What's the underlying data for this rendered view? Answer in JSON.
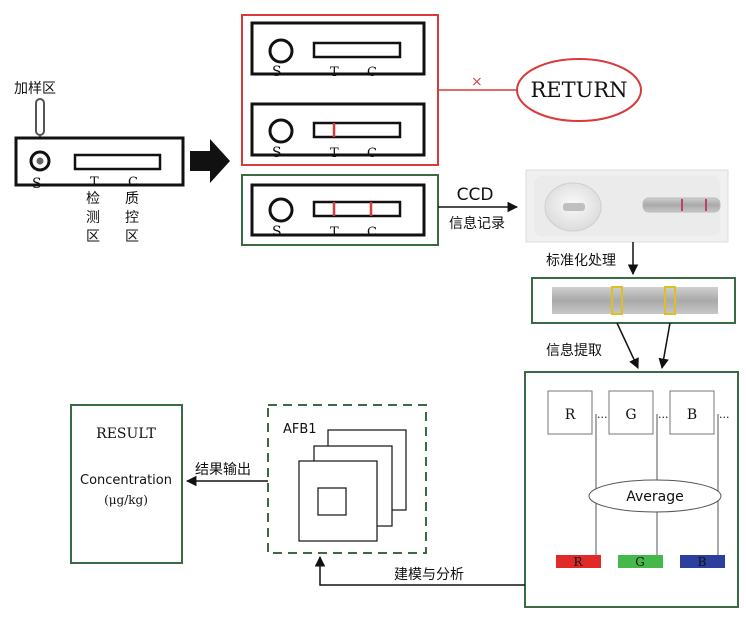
{
  "sample_zone_label": "加样区",
  "strip_letters": {
    "s": "S",
    "t": "T",
    "c": "C"
  },
  "detect_zone_label": [
    "检",
    "测",
    "区"
  ],
  "control_zone_label": [
    "质",
    "控",
    "区"
  ],
  "invalid_mark": "×",
  "return_label": "RETURN",
  "ccd_label": "CCD",
  "info_record_label": "信息记录",
  "standardize_label": "标准化处理",
  "extract_label": "信息提取",
  "rgb_box_labels": [
    "R",
    "G",
    "B"
  ],
  "ellipsis": "...",
  "average_label": "Average",
  "rgb_bar_labels": [
    "R",
    "G",
    "B"
  ],
  "modeling_label": "建模与分析",
  "afb1_label": "AFB1",
  "output_label": "结果输出",
  "result": {
    "title": "RESULT",
    "concentration": "Concentration",
    "unit": "(μg/kg)"
  },
  "colors": {
    "invalid_red": "#d93a3a",
    "valid_green": "#3a6b45",
    "r_bar": "#e02a2a",
    "g_bar": "#44b84a",
    "b_bar": "#2d3f9e",
    "frame_gray": "#555555"
  }
}
